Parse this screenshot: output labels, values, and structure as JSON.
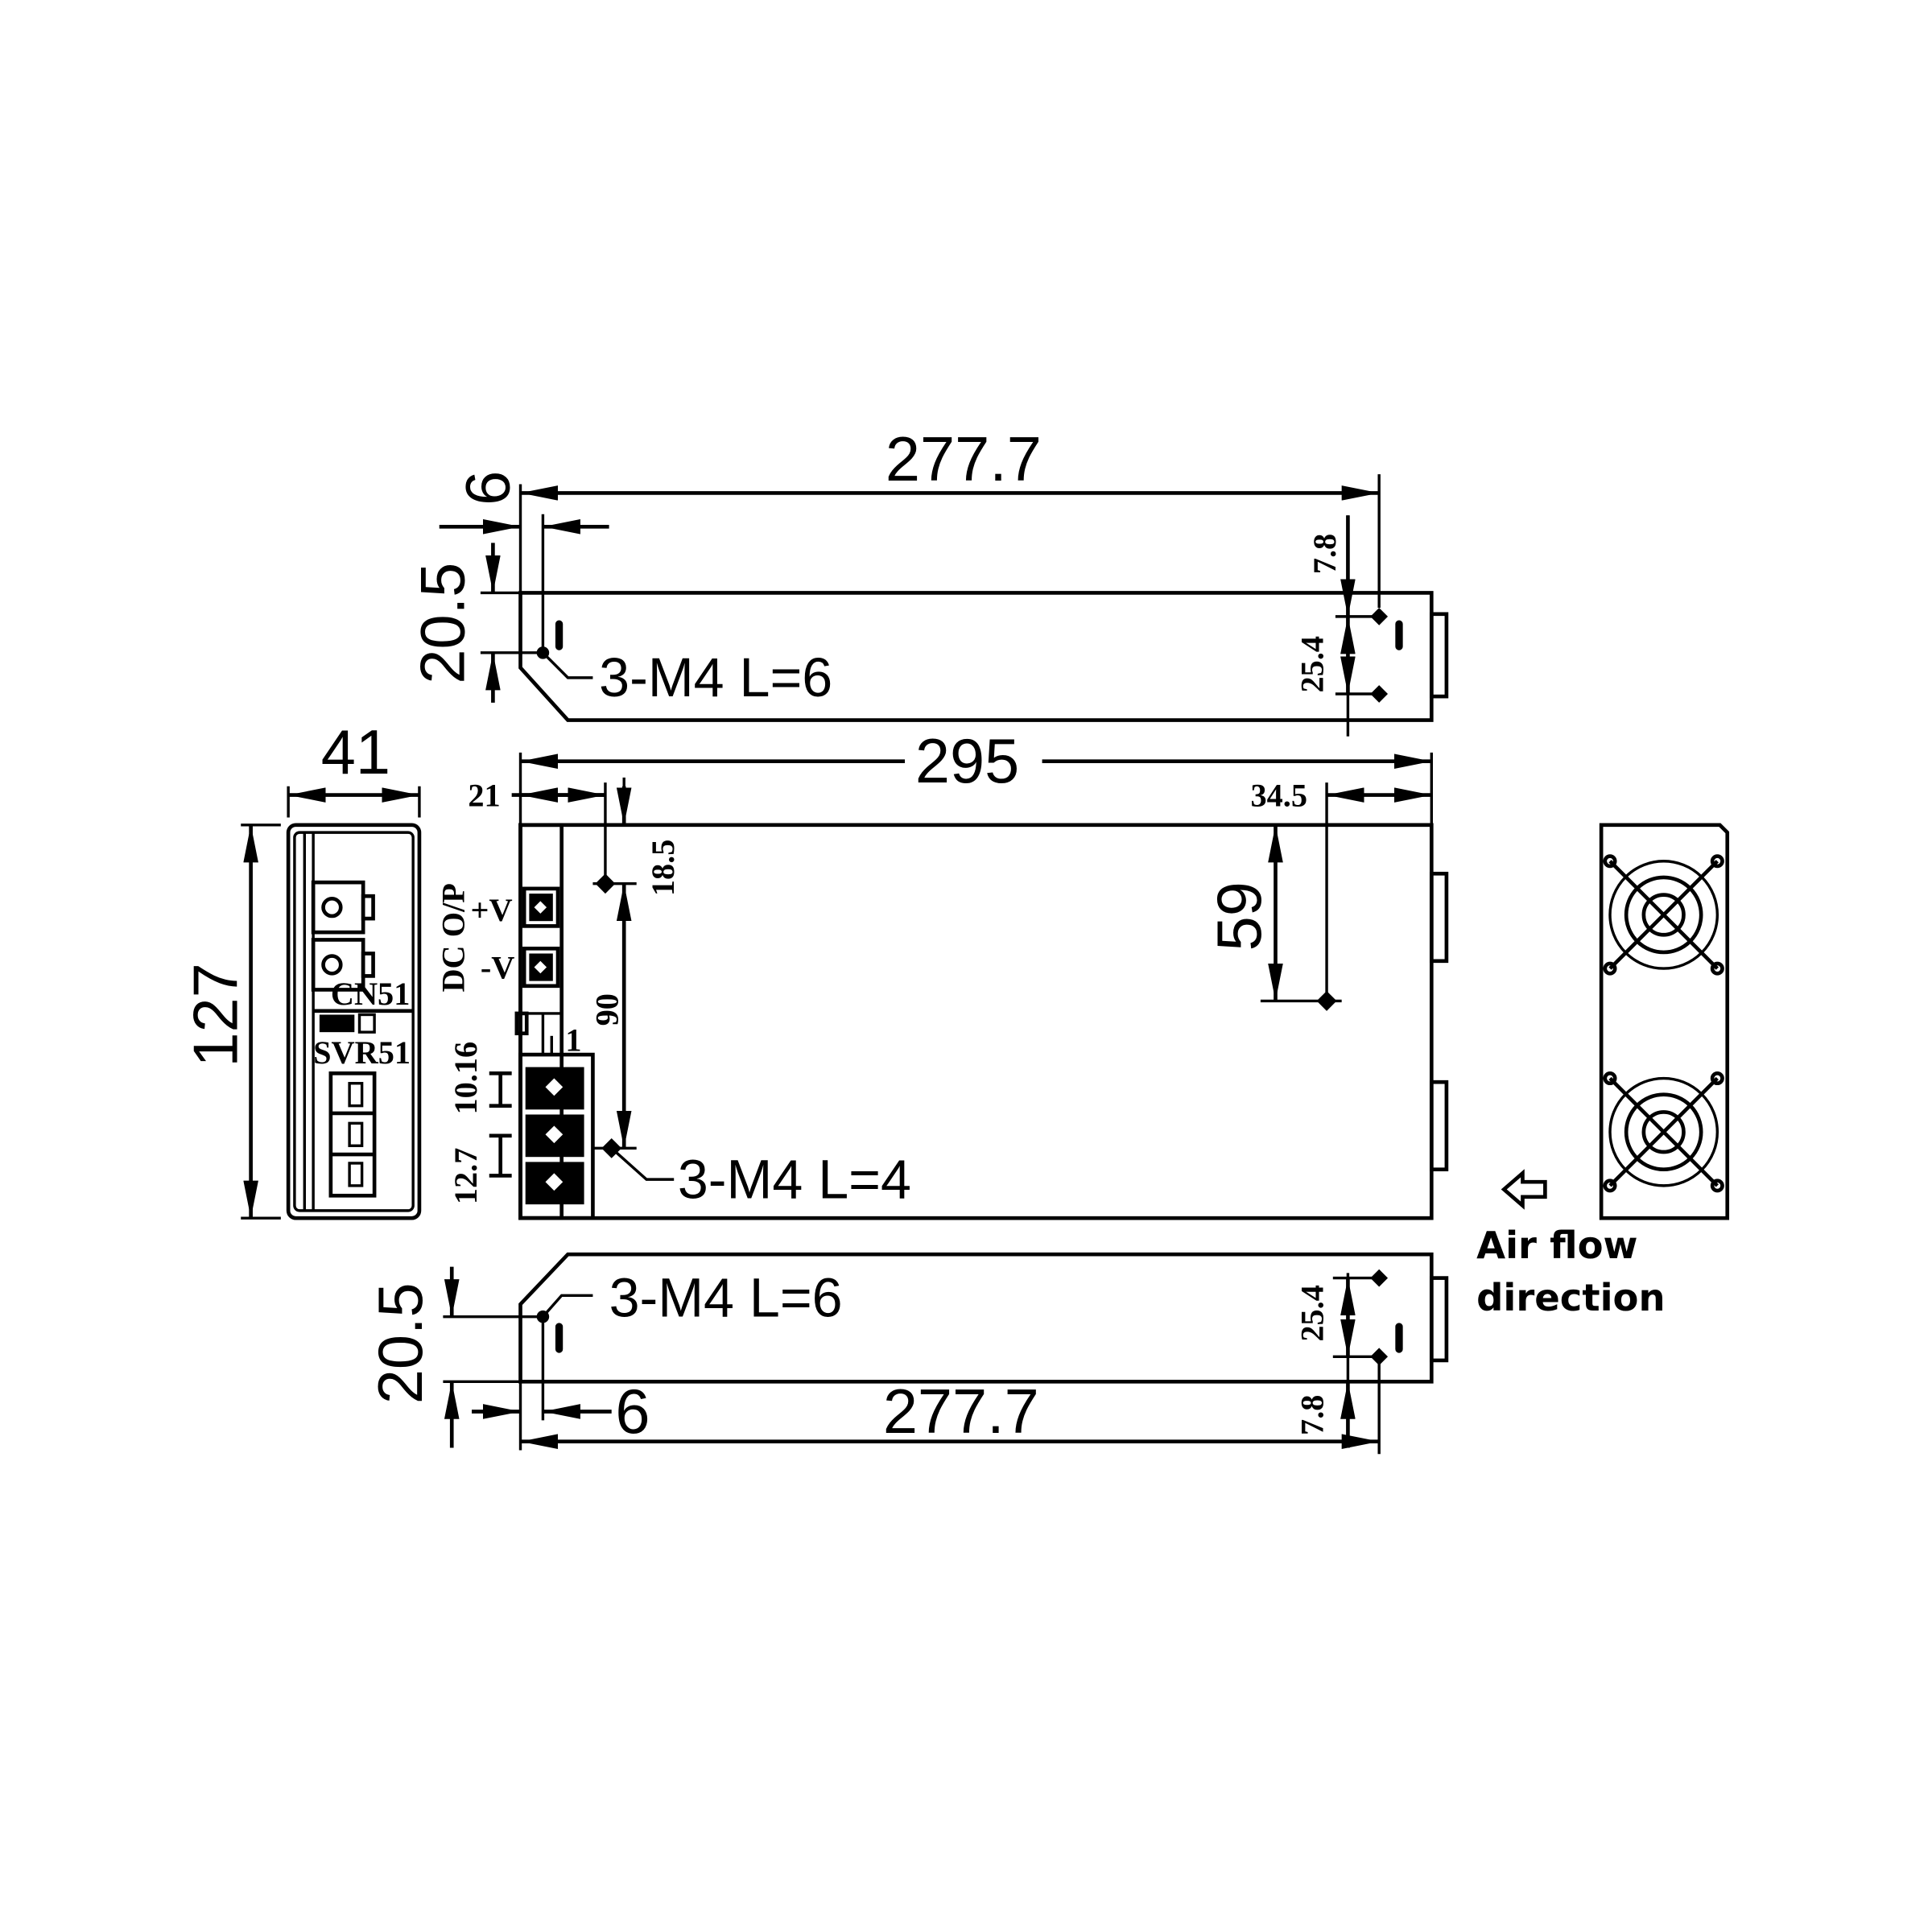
{
  "drawing": {
    "type": "mechanical outline drawing (dimensions in mm)",
    "top_view": {
      "overall_length": "277.7",
      "edge_offset": "6",
      "height": "20.5",
      "right_offset": "7.8",
      "hole_pitch": "25.4",
      "screw_note": "3-M4 L=6"
    },
    "front_view": {
      "length": "295",
      "terminal_offset": "21",
      "hole_top_offset": "18.5",
      "hole_spacing": "90",
      "right_hole_offset": "34.5",
      "right_hole_depth": "59",
      "dc_output_label": "DC O/P",
      "plus_v": "+V",
      "minus_v": "-V",
      "tb_label": "1",
      "pitch_a": "10.16",
      "pitch_b": "12.7",
      "screw_note": "3-M4 L=4"
    },
    "side_view": {
      "width": "41",
      "height": "127",
      "connector_label": "CN51",
      "trimmer_label": "SVR51"
    },
    "bottom_view": {
      "overall_length": "277.7",
      "edge_offset": "6",
      "height": "20.5",
      "right_offset": "7.8",
      "hole_pitch": "25.4",
      "screw_note": "3-M4 L=6"
    },
    "fan_view": {
      "airflow_line1": "Air flow",
      "airflow_line2": "direction"
    }
  }
}
